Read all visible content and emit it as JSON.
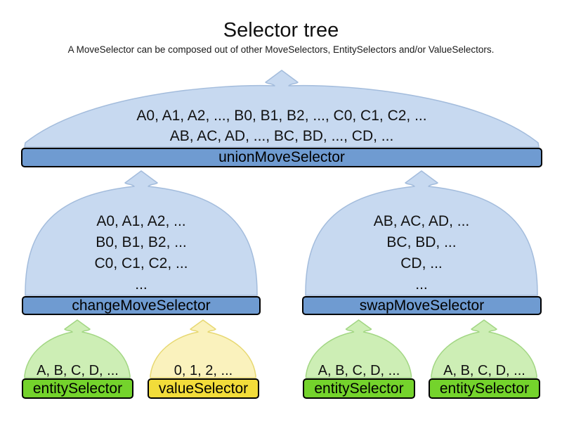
{
  "title": "Selector tree",
  "subtitle": "A MoveSelector can be composed out of other MoveSelectors, EntitySelectors and/or ValueSelectors.",
  "union": {
    "line1": "A0, A1, A2, ..., B0, B1, B2, ..., C0, C1, C2, ...",
    "line2": "AB, AC, AD, ..., BC, BD, ..., CD, ...",
    "label": "unionMoveSelector"
  },
  "change": {
    "lines": [
      "A0, A1, A2, ...",
      "B0, B1, B2, ...",
      "C0, C1, C2, ...",
      "..."
    ],
    "label": "changeMoveSelector"
  },
  "swap": {
    "lines": [
      "AB, AC, AD, ...",
      "BC, BD, ...",
      "CD, ...",
      "..."
    ],
    "label": "swapMoveSelector"
  },
  "leaves": [
    {
      "items": "A, B, C, D, ...",
      "label": "entitySelector",
      "type": "entity"
    },
    {
      "items": "0, 1, 2, ...",
      "label": "valueSelector",
      "type": "value"
    },
    {
      "items": "A, B, C, D, ...",
      "label": "entitySelector",
      "type": "entity"
    },
    {
      "items": "A, B, C, D, ...",
      "label": "entitySelector",
      "type": "entity"
    }
  ],
  "colors": {
    "move_selector_bar": "#6f9bd1",
    "move_selector_fill": "#c7d9f0",
    "entity_selector_bar": "#74d32c",
    "entity_selector_fill": "#cdeeb5",
    "value_selector_bar": "#f2dc3a",
    "value_selector_fill": "#faf2bd",
    "text": "#111111"
  }
}
